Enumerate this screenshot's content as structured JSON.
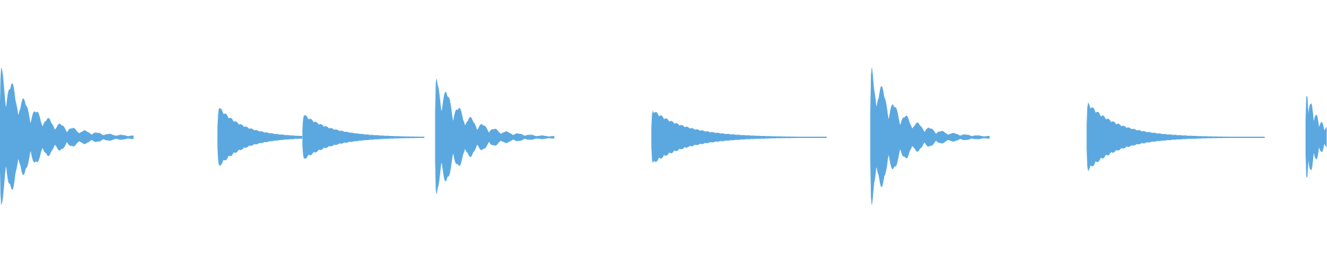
{
  "waveform": {
    "color": "#5ba8e0",
    "background": "#ffffff",
    "hits": [
      {
        "type": "kick",
        "start": 0.0,
        "end": 0.101,
        "amp": 0.86,
        "decay": 0.26,
        "osc": 11,
        "edge": "cut"
      },
      {
        "type": "snare",
        "start": 0.164,
        "end": 0.228,
        "amp": 0.36,
        "decay": 0.3,
        "osc": 0,
        "edge": "fade"
      },
      {
        "type": "snare",
        "start": 0.228,
        "end": 0.32,
        "amp": 0.27,
        "decay": 0.24,
        "osc": 0,
        "edge": "fade"
      },
      {
        "type": "kick",
        "start": 0.328,
        "end": 0.418,
        "amp": 0.77,
        "decay": 0.24,
        "osc": 10,
        "edge": "fade"
      },
      {
        "type": "snare",
        "start": 0.491,
        "end": 0.623,
        "amp": 0.32,
        "decay": 0.2,
        "osc": 0,
        "edge": "fade"
      },
      {
        "type": "kick",
        "start": 0.656,
        "end": 0.746,
        "amp": 0.85,
        "decay": 0.24,
        "osc": 10,
        "edge": "fade"
      },
      {
        "type": "snare",
        "start": 0.819,
        "end": 0.953,
        "amp": 0.4,
        "decay": 0.18,
        "osc": 0,
        "edge": "fade"
      },
      {
        "type": "kick",
        "start": 0.984,
        "end": 1.0,
        "amp": 0.62,
        "decay": 0.6,
        "osc": 4,
        "edge": "cut"
      }
    ]
  }
}
